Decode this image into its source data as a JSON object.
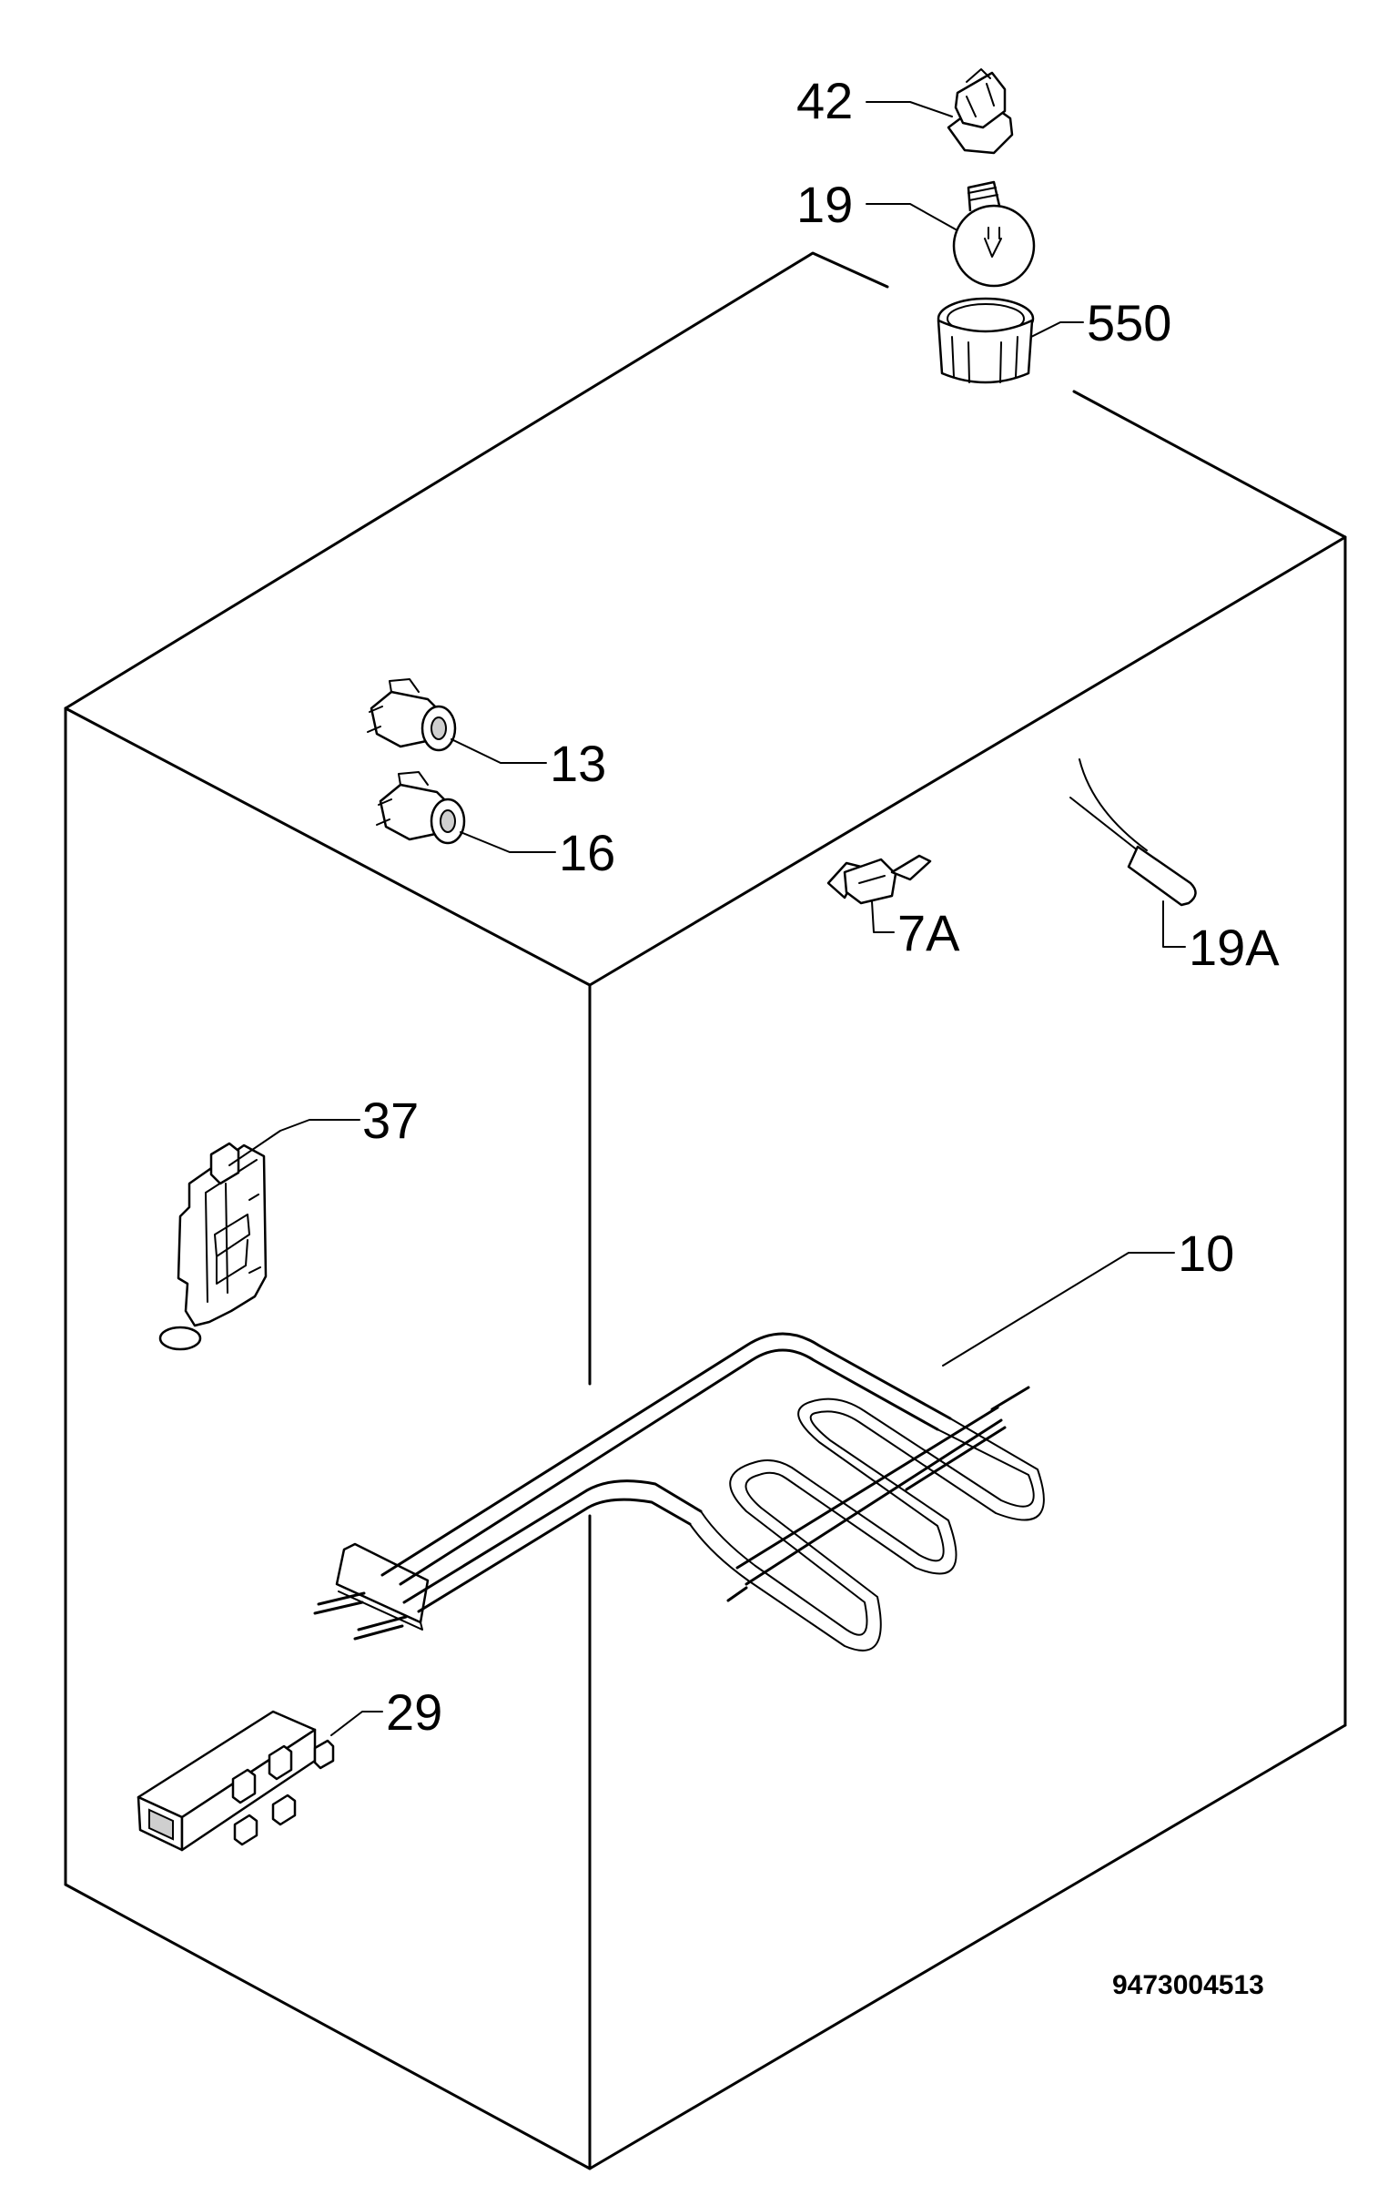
{
  "diagram_code": "9473004513",
  "labels": {
    "l42": "42",
    "l19": "19",
    "l550": "550",
    "l13": "13",
    "l16": "16",
    "l7A": "7A",
    "l19A": "19A",
    "l37": "37",
    "l10": "10",
    "l29": "29"
  }
}
